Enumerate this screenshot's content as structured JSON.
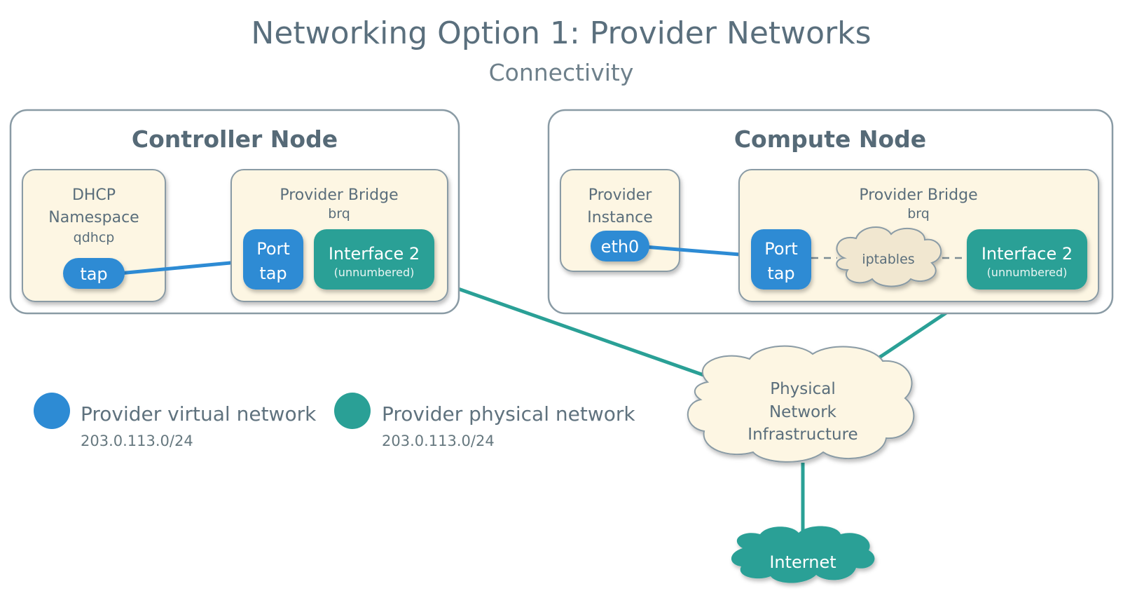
{
  "title": "Networking Option 1: Provider Networks",
  "subtitle": "Connectivity",
  "colors": {
    "virtual": "#2d8bd4",
    "physical": "#2aa096",
    "box_fill": "#fdf6e3",
    "border": "#8a9ba5",
    "text": "#5a6e7b"
  },
  "controller": {
    "title": "Controller Node",
    "dhcp": {
      "line1": "DHCP",
      "line2": "Namespace",
      "line3": "qdhcp",
      "tap": "tap"
    },
    "bridge": {
      "title": "Provider Bridge",
      "sub": "brq",
      "port_line1": "Port",
      "port_line2": "tap",
      "iface": "Interface 2",
      "iface_sub": "(unnumbered)"
    }
  },
  "compute": {
    "title": "Compute Node",
    "instance": {
      "line1": "Provider",
      "line2": "Instance",
      "eth": "eth0"
    },
    "bridge": {
      "title": "Provider Bridge",
      "sub": "brq",
      "port_line1": "Port",
      "port_line2": "tap",
      "iptables": "iptables",
      "iface": "Interface 2",
      "iface_sub": "(unnumbered)"
    }
  },
  "physical_cloud": {
    "line1": "Physical",
    "line2": "Network",
    "line3": "Infrastructure"
  },
  "internet": "Internet",
  "legend": [
    {
      "label": "Provider virtual network",
      "subnet": "203.0.113.0/24",
      "color": "#2d8bd4"
    },
    {
      "label": "Provider physical network",
      "subnet": "203.0.113.0/24",
      "color": "#2aa096"
    }
  ]
}
